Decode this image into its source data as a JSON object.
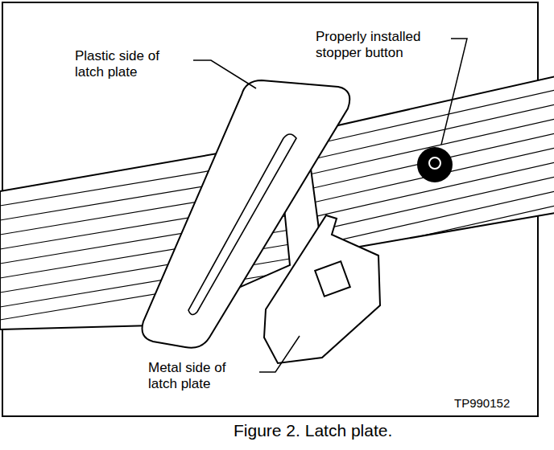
{
  "diagram": {
    "caption": "Figure 2. Latch plate.",
    "labels": [
      "Plastic side of latch plate",
      "Properly installed stopper button",
      "Metal side of latch plate",
      "TP990152"
    ]
  }
}
